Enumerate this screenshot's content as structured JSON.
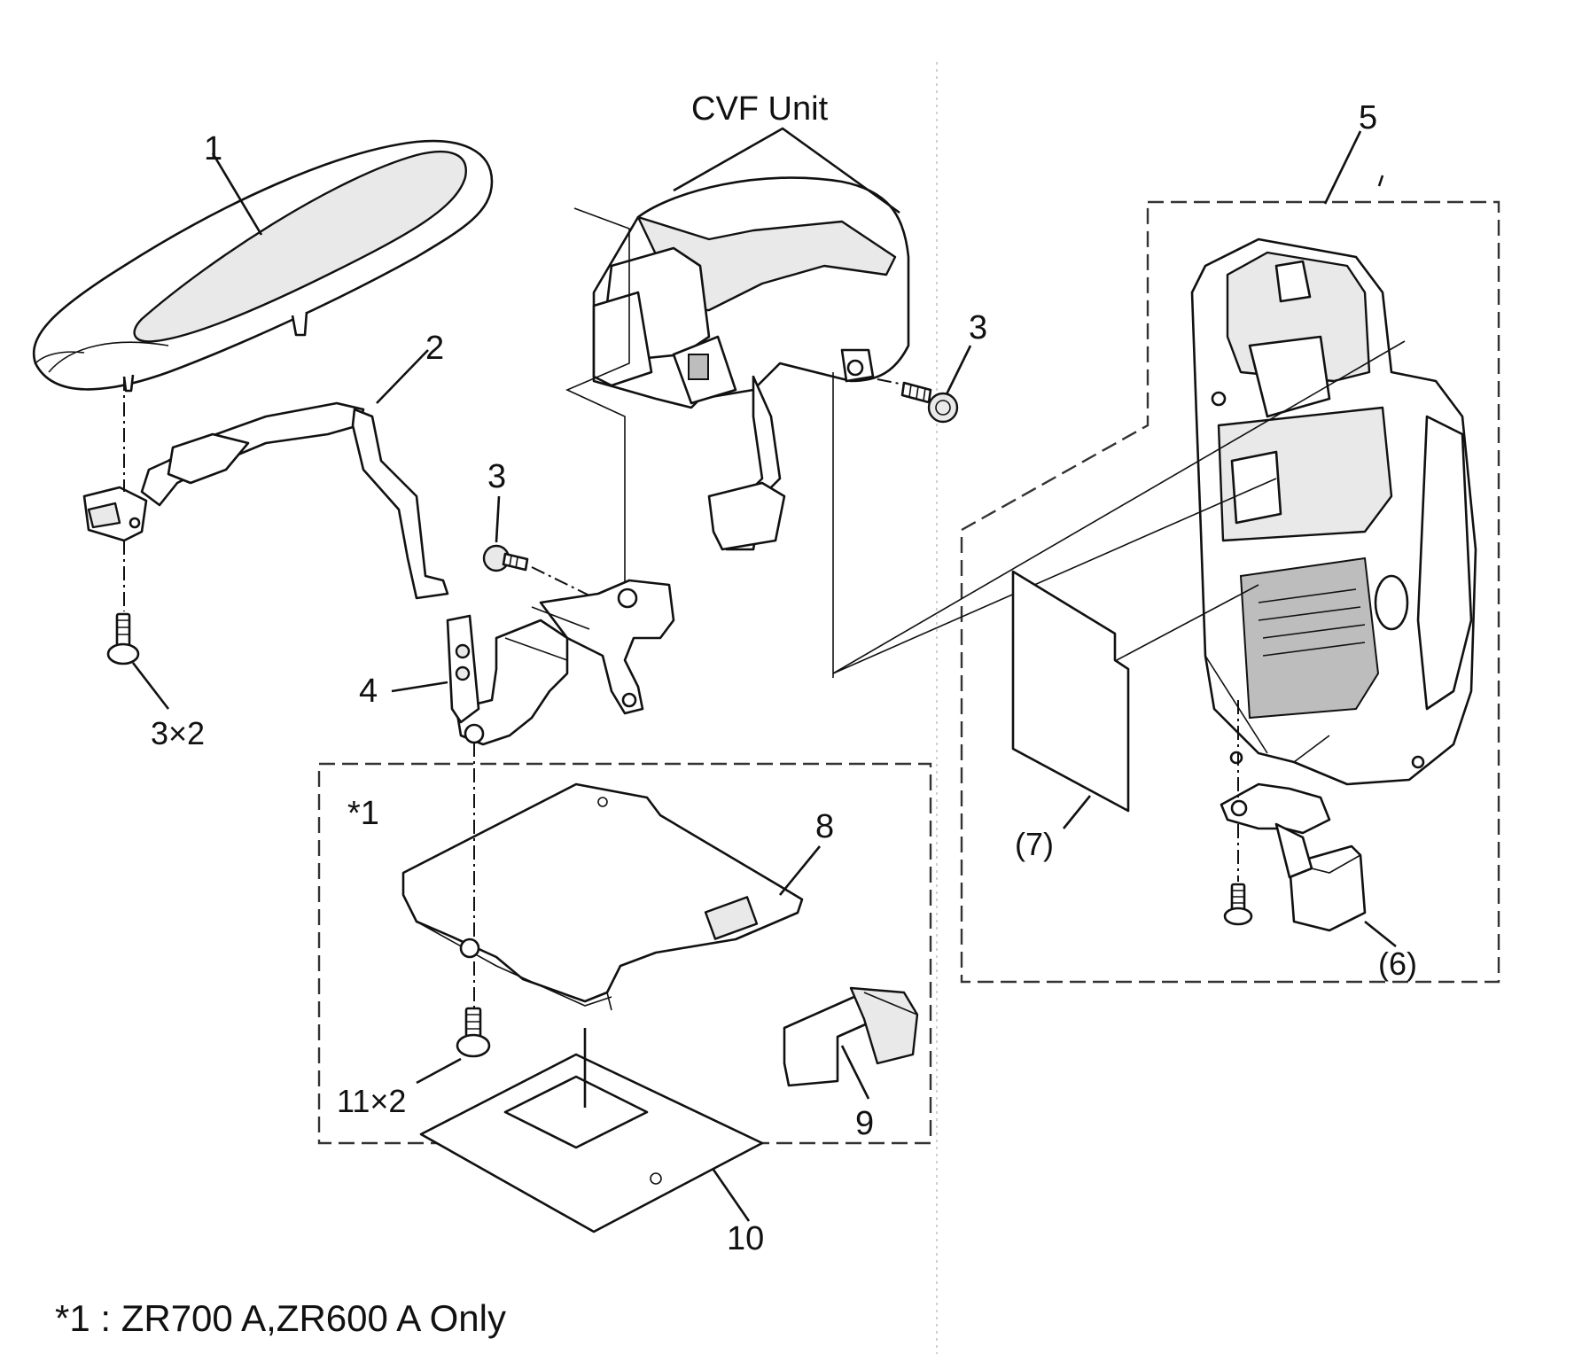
{
  "diagram": {
    "unit_label": "CVF Unit",
    "footnote": "*1 : ZR700 A,ZR600 A Only",
    "group_marker": "*1",
    "callouts": {
      "c1": "1",
      "c2": "2",
      "c3_top": "3",
      "c3_mid": "3",
      "c3x2": "3×2",
      "c4": "4",
      "c5": "5",
      "c6": "(6)",
      "c7": "(7)",
      "c8": "8",
      "c9": "9",
      "c10": "10",
      "c11x2": "11×2"
    }
  }
}
